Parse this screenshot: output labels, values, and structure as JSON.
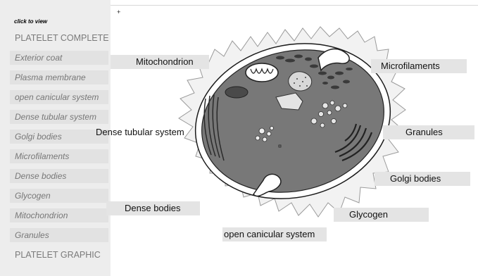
{
  "sidebar": {
    "header": "click to view",
    "items": [
      {
        "label": "PLATELET COMPLETE"
      },
      {
        "label": "Exterior coat"
      },
      {
        "label": "Plasma membrane"
      },
      {
        "label": "open canicular system"
      },
      {
        "label": "Dense tubular system"
      },
      {
        "label": "Golgi bodies"
      },
      {
        "label": "Microfilaments"
      },
      {
        "label": "Dense bodies"
      },
      {
        "label": "Glycogen"
      },
      {
        "label": "Mitochondrion"
      },
      {
        "label": "Granules"
      },
      {
        "label": "PLATELET GRAPHIC"
      }
    ]
  },
  "canvas": {
    "plus_marker": "+",
    "labels": {
      "mitochondrion": "Mitochondrion",
      "microfilaments": "Microfilaments",
      "dense_tubular": "Dense tubular system",
      "granules": "Granules",
      "golgi": "Golgi bodies",
      "dense_bodies": "Dense bodies",
      "glycogen": "Glycogen",
      "ocs": "open canicular system"
    }
  }
}
